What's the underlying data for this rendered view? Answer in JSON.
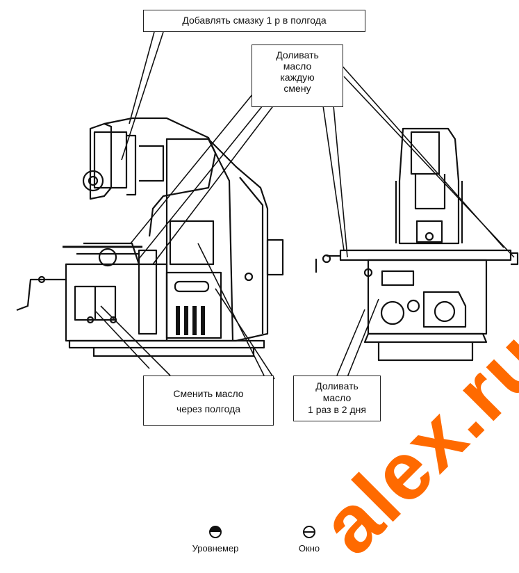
{
  "callouts": {
    "top_label": "Добавлять смазку 1 р в полгода",
    "each_shift_lines": [
      "Доливать",
      "масло",
      "каждую",
      "смену"
    ],
    "half_year_lines": [
      "Сменить масло",
      "через полгода"
    ],
    "two_days_lines": [
      "Доливать",
      "масло",
      "1 раз в 2 дня"
    ]
  },
  "legend": {
    "level_gauge": {
      "label": "Уровнемер",
      "icon": "level-gauge-icon"
    },
    "window": {
      "label": "Окно",
      "icon": "window-icon"
    }
  },
  "watermark": {
    "text": "alex.ru",
    "color": "#ff6a00"
  }
}
